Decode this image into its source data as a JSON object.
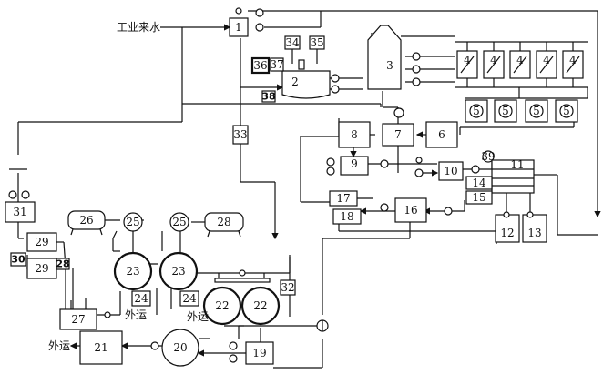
{
  "inputs": {
    "industrial_water": "工业来水"
  },
  "outputs": {
    "export_1": "外运",
    "export_2": "外运",
    "export_3": "外运"
  },
  "units": {
    "u1": "1",
    "u2": "2",
    "u3": "3",
    "u4": "4",
    "u5": "5",
    "u6": "6",
    "u7": "7",
    "u8": "8",
    "u9": "9",
    "u10": "10",
    "u11": "11",
    "u12": "12",
    "u13": "13",
    "u14": "14",
    "u15": "15",
    "u16": "16",
    "u17": "17",
    "u18": "18",
    "u19": "19",
    "u20": "20",
    "u21": "21",
    "u22a": "22",
    "u22b": "22",
    "u23a": "23",
    "u23b": "23",
    "u24a": "24",
    "u24b": "24",
    "u25a": "25",
    "u25b": "25",
    "u26": "26",
    "u27": "27",
    "u28a": "28",
    "u28b": "28",
    "u29a": "29",
    "u29b": "29",
    "u30": "30",
    "u31": "31",
    "u32": "32",
    "u33": "33",
    "u34": "34",
    "u35": "35",
    "u36": "36",
    "u37": "37",
    "u38": "38",
    "u39": "39"
  }
}
